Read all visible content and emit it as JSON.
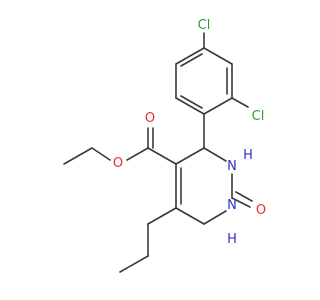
{
  "molecule": {
    "atoms": [
      {
        "id": "Cl1",
        "label": "Cl"
      },
      {
        "id": "Cl2",
        "label": "Cl"
      },
      {
        "id": "O1",
        "label": "O"
      },
      {
        "id": "O2",
        "label": "O"
      },
      {
        "id": "O3",
        "label": "O"
      },
      {
        "id": "N1",
        "label": "H"
      },
      {
        "id": "N1N",
        "label": "N"
      },
      {
        "id": "N2",
        "label": "N"
      },
      {
        "id": "N2H",
        "label": "H"
      }
    ]
  },
  "colors": {
    "bond": "#3a3a3a",
    "chlorine": "#2f9e2f",
    "oxygen": "#e03030",
    "nitrogen": "#3030cc"
  }
}
